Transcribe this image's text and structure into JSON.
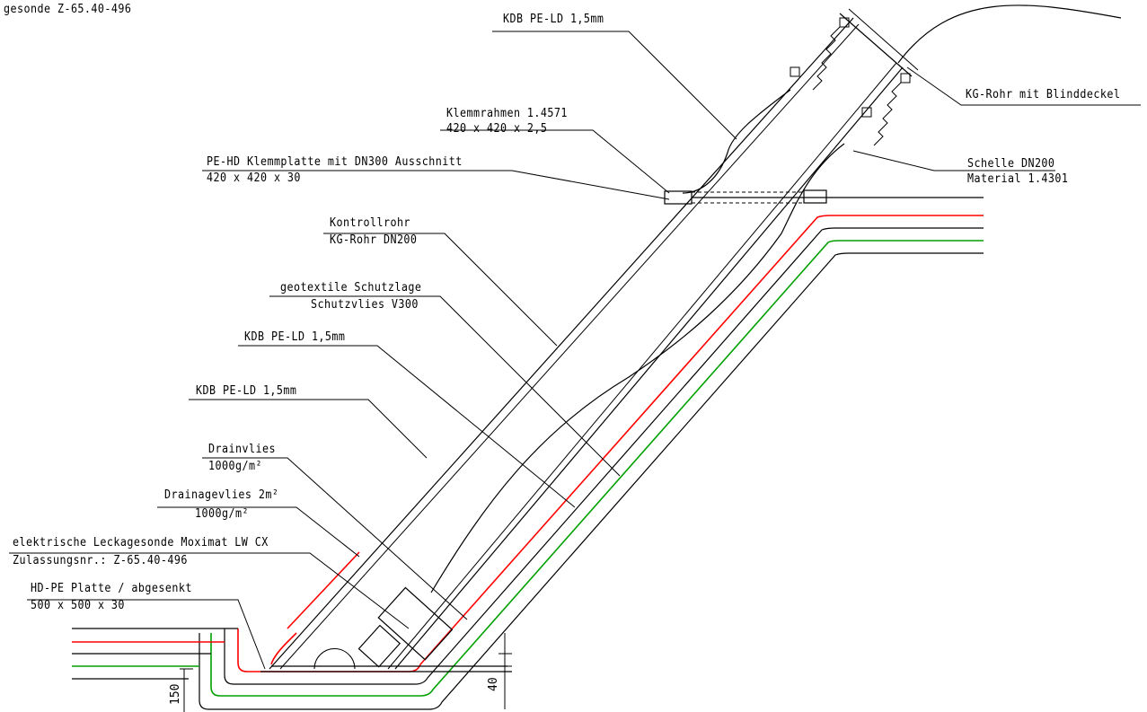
{
  "header": {
    "partial_title": "gesonde Z-65.40-496"
  },
  "labels": {
    "kdb_top": "KDB PE-LD 1,5mm",
    "kg_rohr_deckel": "KG-Rohr mit Blinddeckel",
    "klemmrahmen_1": "Klemmrahmen 1.4571",
    "klemmrahmen_2": "420 x 420 x 2,5",
    "klemmplatte_1": "PE-HD Klemmplatte mit DN300 Ausschnitt",
    "klemmplatte_2": "420 x 420 x 30",
    "schelle_1": "Schelle DN200",
    "schelle_2": "Material 1.4301",
    "kontrollrohr_1": "Kontrollrohr",
    "kontrollrohr_2": "KG-Rohr DN200",
    "geotextile_1": "geotextile Schutzlage",
    "geotextile_2": "Schutzvlies V300",
    "kdb_mid": "KDB PE-LD 1,5mm",
    "kdb_low": "KDB PE-LD 1,5mm",
    "drainvlies_1": "Drainvlies",
    "drainvlies_2": "1000g/m²",
    "drainagevlies_1": "Drainagevlies 2m²",
    "drainagevlies_2": "1000g/m²",
    "leckage_1": "elektrische Leckagesonde Moximat LW CX",
    "leckage_2": "Zulassungsnr.: Z-65.40-496",
    "platte_1": "HD-PE Platte / abgesenkt",
    "platte_2": "500 x 500 x 30"
  },
  "dimensions": {
    "dim_150": "150",
    "dim_40": "40"
  },
  "colors": {
    "red_layer": "#ff0000",
    "green_layer": "#00a000",
    "line": "#000000"
  }
}
